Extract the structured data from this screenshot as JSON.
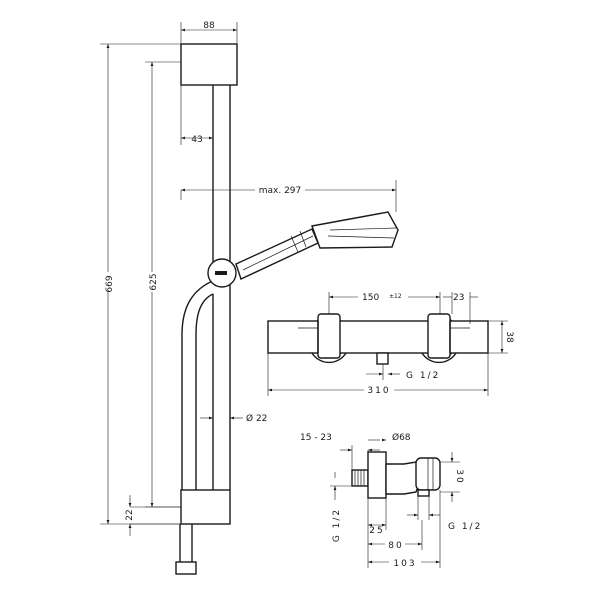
{
  "dimensions": {
    "width_top": "88",
    "offset": "43",
    "reach": "max. 297",
    "height_total": "669",
    "height_rail": "625",
    "bottom": "22",
    "rail_diameter": "Ø 22",
    "centers": "150",
    "centers_tol": "±12",
    "outlet_width": "23",
    "body_height": "38",
    "inlet_thread": "G 1/2",
    "body_length": "310",
    "ecc_range": "15 - 23",
    "cover_diameter": "Ø68",
    "side_height": "30",
    "side_thread_left": "G 1/2",
    "side_thread_right": "G 1/2",
    "side_depth_25": "25",
    "side_depth_80": "80",
    "side_depth_103": "103"
  }
}
